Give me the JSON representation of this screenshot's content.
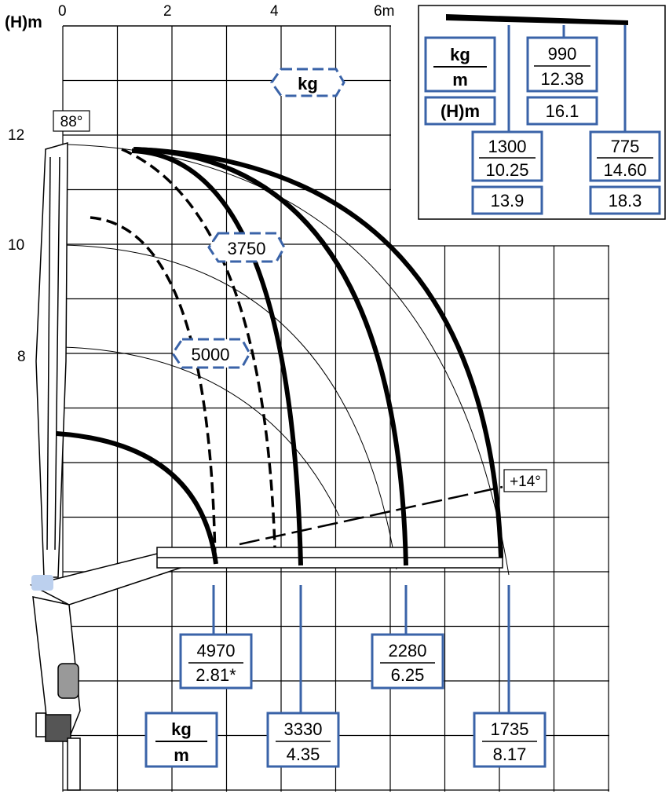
{
  "axis": {
    "y_title": "(H)m",
    "x_ticks": [
      "0",
      "2",
      "4",
      "6m"
    ],
    "y_ticks": [
      "12",
      "10",
      "8"
    ]
  },
  "angles": {
    "max": "88°",
    "min": "+14°"
  },
  "capacity_labels": {
    "unit": "kg",
    "high": "5000",
    "mid": "3750"
  },
  "load_points": [
    {
      "kg": "4970",
      "m": "2.81*"
    },
    {
      "kg": "3330",
      "m": "4.35"
    },
    {
      "kg": "2280",
      "m": "6.25"
    },
    {
      "kg": "1735",
      "m": "8.17"
    }
  ],
  "legend": {
    "kg": "kg",
    "m": "m"
  },
  "inset": {
    "unit_kg": "kg",
    "unit_m": "m",
    "unit_h": "(H)m",
    "points": [
      {
        "kg": "1300",
        "m": "10.25",
        "h": "13.9"
      },
      {
        "kg": "990",
        "m": "12.38",
        "h": "16.1"
      },
      {
        "kg": "775",
        "m": "14.60",
        "h": "18.3"
      }
    ]
  }
}
